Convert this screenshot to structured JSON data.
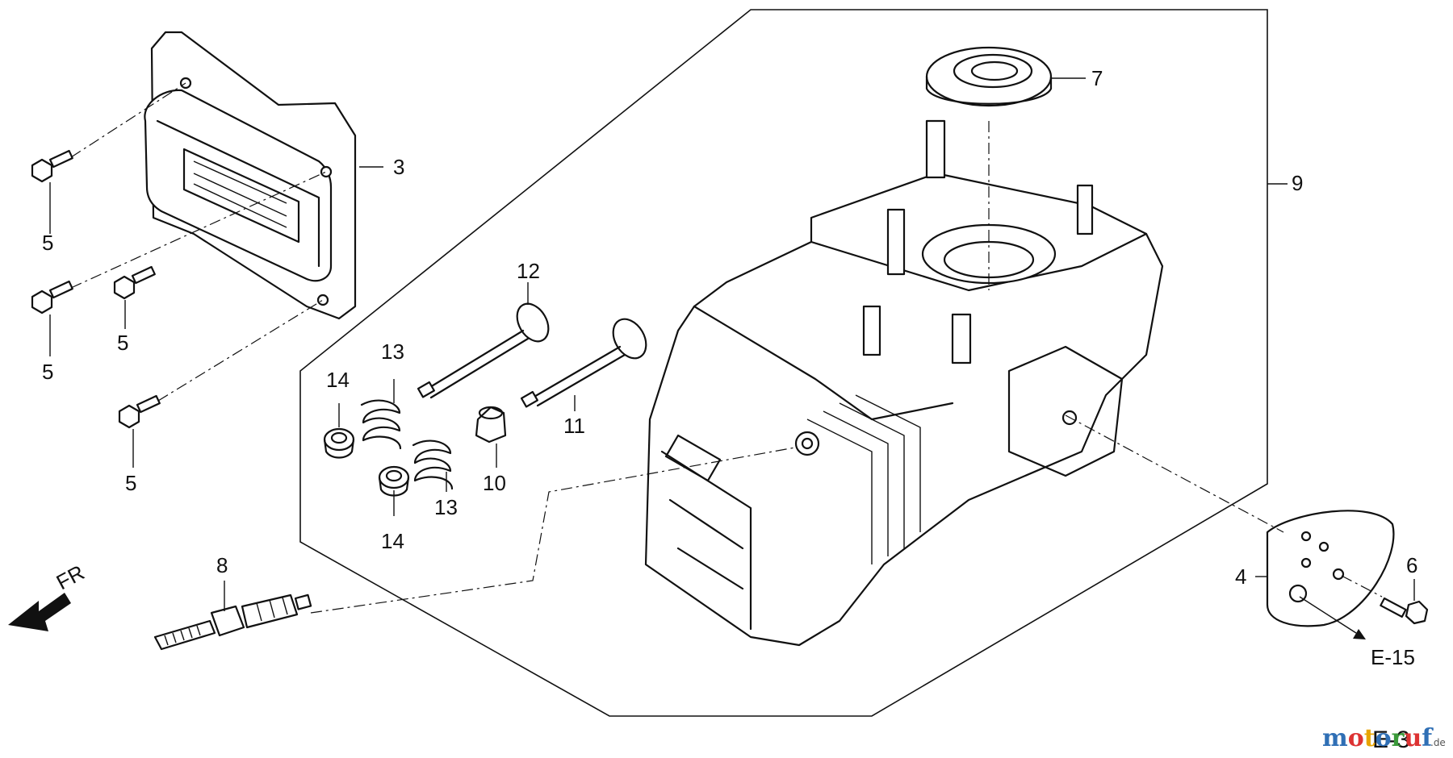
{
  "callouts": {
    "p3": "3",
    "p4": "4",
    "p5a": "5",
    "p5b": "5",
    "p5c": "5",
    "p5d": "5",
    "p6": "6",
    "p7": "7",
    "p8": "8",
    "p9": "9",
    "p10": "10",
    "p11": "11",
    "p12": "12",
    "p13a": "13",
    "p13b": "13",
    "p14a": "14",
    "p14b": "14"
  },
  "direction_label": "FR",
  "reference": "E-15",
  "page_code": "E-3",
  "watermark": {
    "main": "motoruf",
    "suffix": ".de"
  },
  "colors": {
    "ink": "#111111",
    "watermark": [
      "#2f6fb5",
      "#d33",
      "#e8a400",
      "#2f6fb5",
      "#3a9a3a",
      "#d33",
      "#2f6fb5"
    ]
  }
}
